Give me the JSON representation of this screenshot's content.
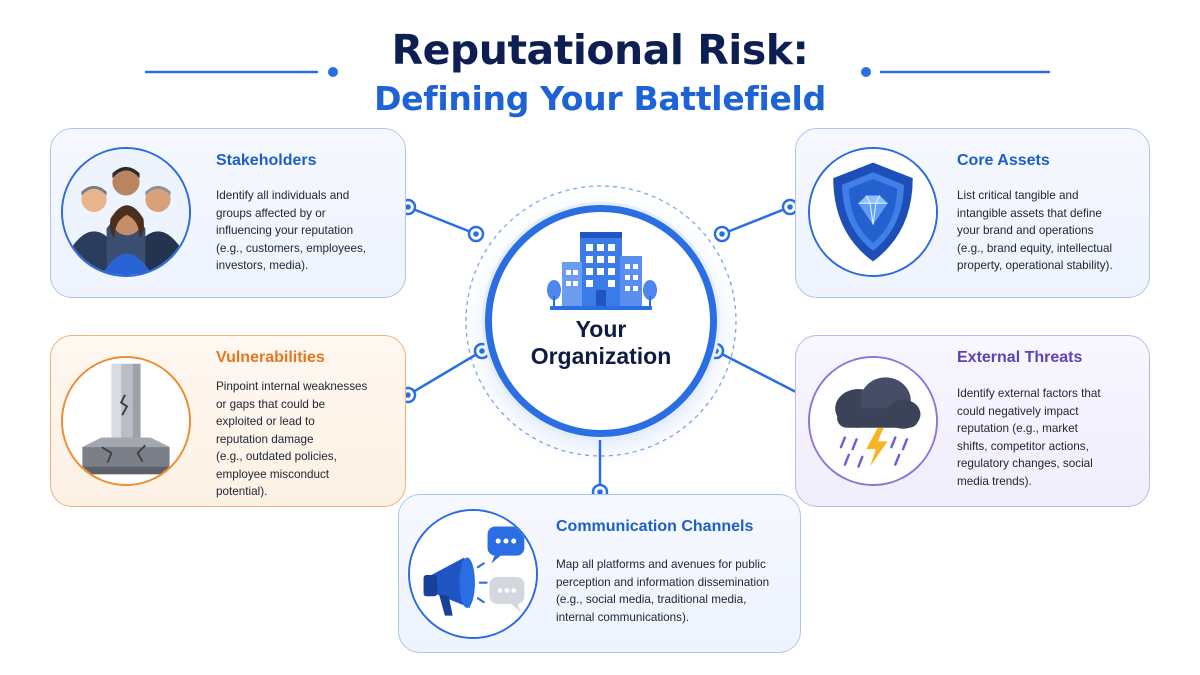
{
  "title": {
    "line1": "Reputational Risk:",
    "line2": "Defining Your Battlefield"
  },
  "center": {
    "label": "Your\nOrganization",
    "icon": "office-building-icon"
  },
  "cards": {
    "stakeholders": {
      "heading": "Stakeholders",
      "body": "Identify all individuals and\ngroups affected by or\ninfluencing your reputation\n(e.g., customers, employees,\ninvestors, media).",
      "icon": "people-group-icon"
    },
    "core_assets": {
      "heading": "Core Assets",
      "body": "List critical tangible and\nintangible assets that define\nyour brand and operations\n(e.g., brand equity, intellectual\nproperty, operational stability).",
      "icon": "shield-diamond-icon"
    },
    "vulnerabilities": {
      "heading": "Vulnerabilities",
      "body": "Pinpoint internal weaknesses\nor gaps that could be\nexploited or lead to\nreputation damage\n(e.g., outdated policies,\nemployee misconduct\npotential).",
      "icon": "cracked-pillar-icon"
    },
    "external_threats": {
      "heading": "External Threats",
      "body": "Identify external factors that\ncould negatively impact\nreputation (e.g., market\nshifts, competitor actions,\nregulatory changes, social\nmedia trends).",
      "icon": "storm-cloud-icon"
    },
    "communication_channels": {
      "heading": "Communication Channels",
      "body": "Map all platforms and avenues for public\nperception and information dissemination\n(e.g., social media, traditional media,\ninternal communications).",
      "icon": "megaphone-icon"
    }
  },
  "colors": {
    "navy": "#0d1f52",
    "blue": "#1e63d6",
    "orange": "#e8761e",
    "purple": "#5c43b8"
  }
}
